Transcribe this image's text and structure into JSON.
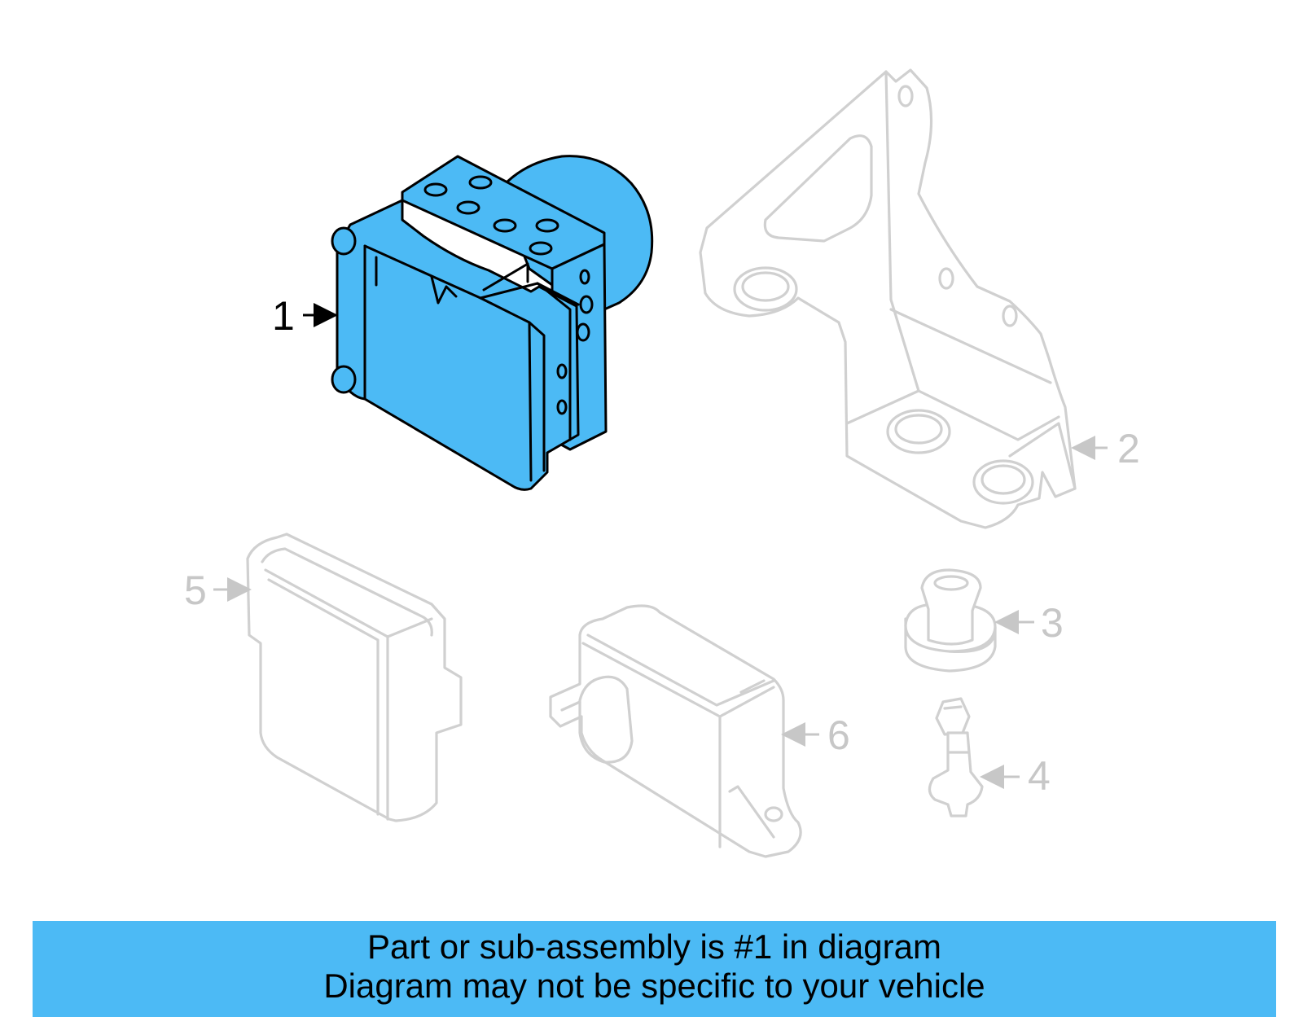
{
  "diagram": {
    "highlight_color": "#4cbaf5",
    "highlighted_part": "1",
    "callouts": {
      "c1": "1",
      "c2": "2",
      "c3": "3",
      "c4": "4",
      "c5": "5",
      "c6": "6"
    }
  },
  "footer": {
    "background_color": "#4cbaf5",
    "line1": "Part or sub-assembly is #1 in diagram",
    "line2": "Diagram may not be specific to your vehicle"
  }
}
